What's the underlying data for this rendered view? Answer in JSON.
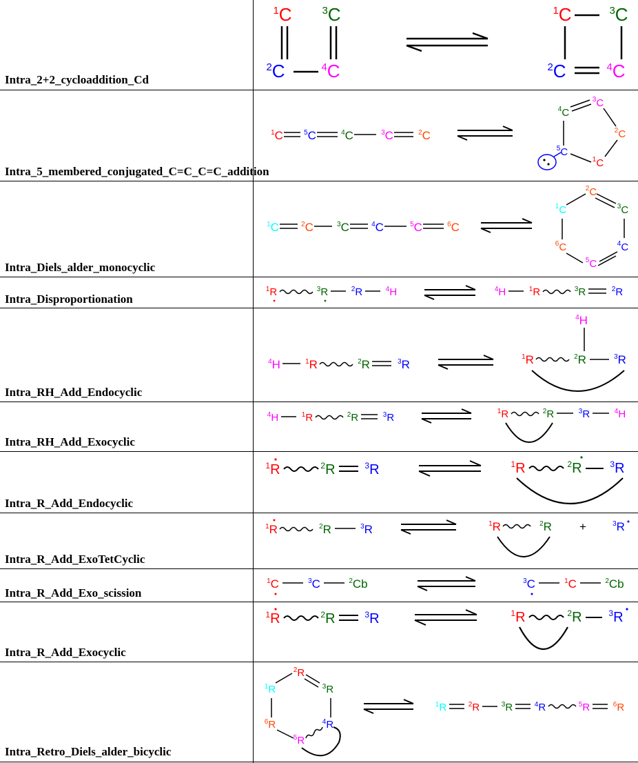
{
  "colors": {
    "red": "#ff0000",
    "green": "#006400",
    "blue": "#0000ff",
    "magenta": "#ff00ff",
    "orange": "#ff4500",
    "cyan": "#00ffff"
  },
  "families": [
    {
      "name": "Intra_2+2_cycloaddition_Cd"
    },
    {
      "name": "Intra_5_membered_conjugated_C=C_C=C_addition"
    },
    {
      "name": "Intra_Diels_alder_monocyclic"
    },
    {
      "name": "Intra_Disproportionation"
    },
    {
      "name": "Intra_RH_Add_Endocyclic"
    },
    {
      "name": "Intra_RH_Add_Exocyclic"
    },
    {
      "name": "Intra_R_Add_Endocyclic"
    },
    {
      "name": "Intra_R_Add_ExoTetCyclic"
    },
    {
      "name": "Intra_R_Add_Exo_scission"
    },
    {
      "name": "Intra_R_Add_Exocyclic"
    },
    {
      "name": "Intra_Retro_Diels_alder_bicyclic"
    }
  ],
  "atoms": {
    "C1": {
      "sup": "1",
      "sym": "C"
    },
    "C2": {
      "sup": "2",
      "sym": "C"
    },
    "C3": {
      "sup": "3",
      "sym": "C"
    },
    "C4": {
      "sup": "4",
      "sym": "C"
    },
    "C5": {
      "sup": "5",
      "sym": "C"
    },
    "C6": {
      "sup": "6",
      "sym": "C"
    },
    "R1": {
      "sup": "1",
      "sym": "R"
    },
    "R2": {
      "sup": "2",
      "sym": "R"
    },
    "R3": {
      "sup": "3",
      "sym": "R"
    },
    "R4": {
      "sup": "4",
      "sym": "R"
    },
    "R5": {
      "sup": "5",
      "sym": "R"
    },
    "R6": {
      "sup": "6",
      "sym": "R"
    },
    "H4": {
      "sup": "4",
      "sym": "H"
    },
    "Cb2": {
      "sup": "2",
      "sym": "Cb"
    }
  },
  "plus": "+"
}
